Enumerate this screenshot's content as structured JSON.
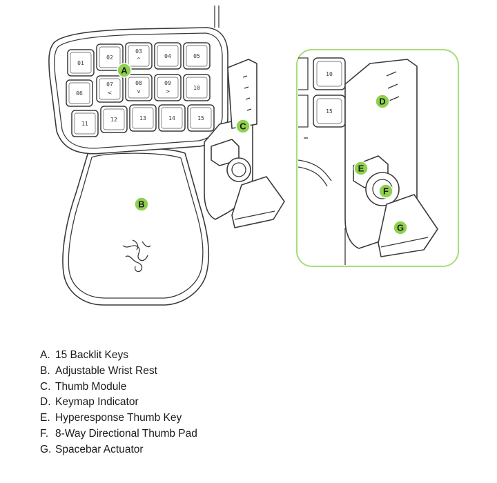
{
  "keys": [
    {
      "label": "01"
    },
    {
      "label": "02"
    },
    {
      "label": "03",
      "symbol": "^"
    },
    {
      "label": "04"
    },
    {
      "label": "05"
    },
    {
      "label": "06"
    },
    {
      "label": "07",
      "symbol": "<"
    },
    {
      "label": "08",
      "symbol": "v"
    },
    {
      "label": "09",
      "symbol": ">"
    },
    {
      "label": "10"
    },
    {
      "label": "11"
    },
    {
      "label": "12"
    },
    {
      "label": "13"
    },
    {
      "label": "14"
    },
    {
      "label": "15"
    }
  ],
  "zoom_keys": [
    {
      "label": "10"
    },
    {
      "label": "15"
    }
  ],
  "callouts": {
    "a": "A",
    "b": "B",
    "c": "C",
    "d": "D",
    "e": "E",
    "f": "F",
    "g": "G"
  },
  "legend": [
    {
      "letter": "A.",
      "text": "15 Backlit Keys"
    },
    {
      "letter": "B.",
      "text": "Adjustable Wrist Rest"
    },
    {
      "letter": "C.",
      "text": "Thumb Module"
    },
    {
      "letter": "D.",
      "text": "Keymap Indicator"
    },
    {
      "letter": "E.",
      "text": "Hyperesponse Thumb Key"
    },
    {
      "letter": "F.",
      "text": "8-Way Directional Thumb Pad"
    },
    {
      "letter": "G.",
      "text": "Spacebar Actuator"
    }
  ],
  "colors": {
    "callout": "#8fd14f",
    "zoom_border": "#a9dc7a",
    "line": "#3a3a3a"
  },
  "logo": "razer-snake-logo"
}
